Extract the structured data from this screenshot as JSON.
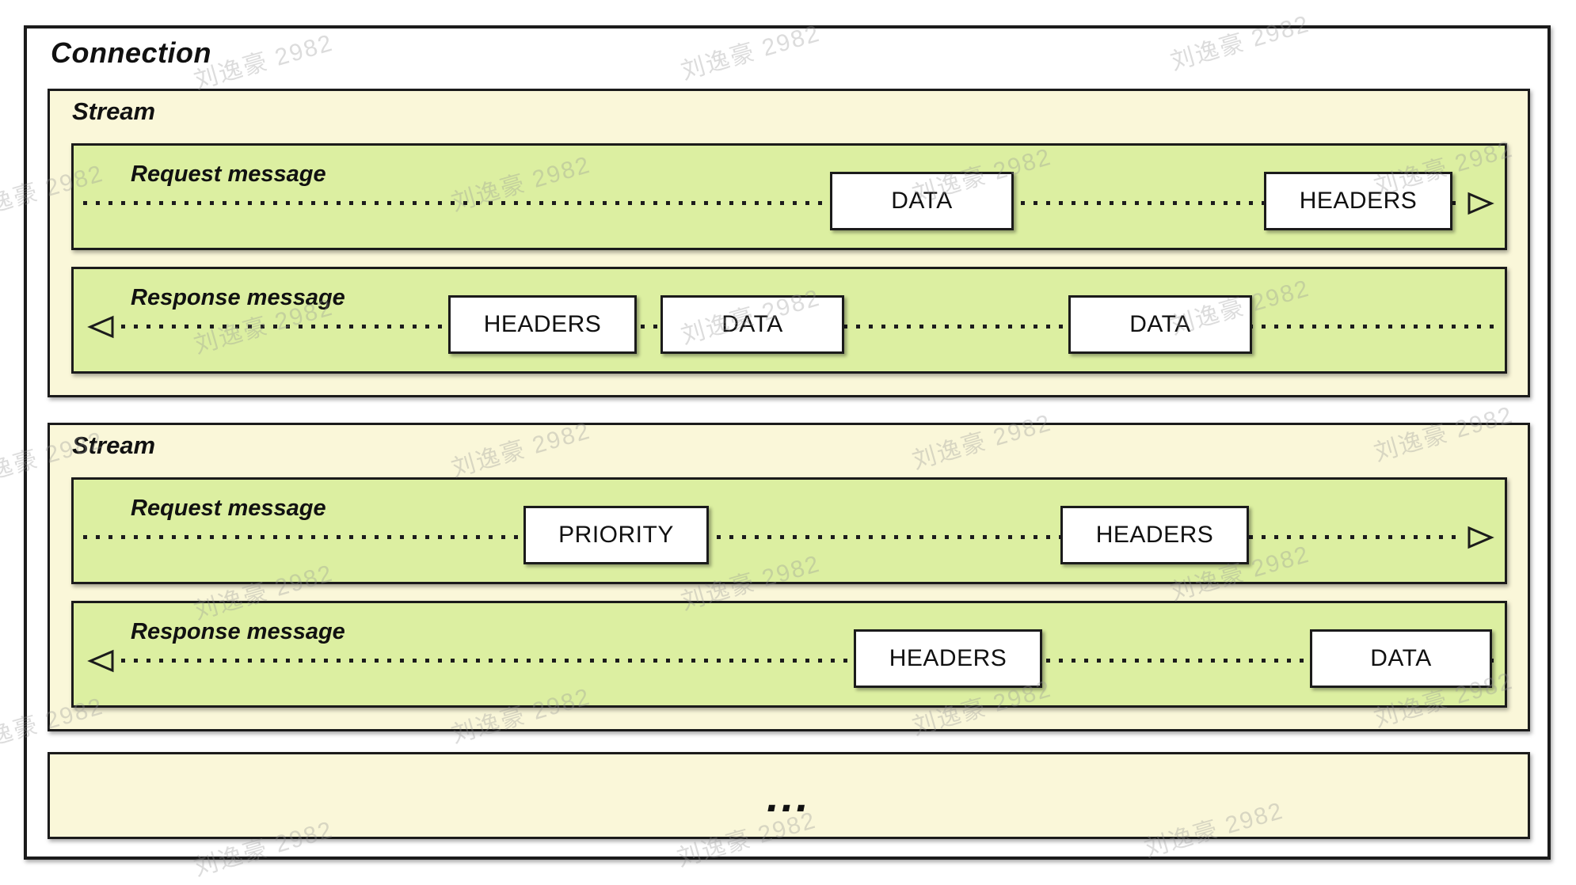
{
  "watermark": {
    "text": "刘逸豪 2982"
  },
  "colors": {
    "stream_bg": "#FAF7D9",
    "message_bg": "#DCEFA1",
    "frame_bg": "#FFFFFF",
    "border": "#1B1B1B"
  },
  "connection": {
    "title": "Connection",
    "streams": [
      {
        "title": "Stream",
        "request": {
          "label": "Request message",
          "direction": "right",
          "frames": [
            {
              "type": "DATA"
            },
            {
              "type": "HEADERS"
            }
          ]
        },
        "response": {
          "label": "Response message",
          "direction": "left",
          "frames": [
            {
              "type": "HEADERS"
            },
            {
              "type": "DATA"
            },
            {
              "type": "DATA"
            }
          ]
        }
      },
      {
        "title": "Stream",
        "request": {
          "label": "Request message",
          "direction": "right",
          "frames": [
            {
              "type": "PRIORITY"
            },
            {
              "type": "HEADERS"
            }
          ]
        },
        "response": {
          "label": "Response message",
          "direction": "left",
          "frames": [
            {
              "type": "HEADERS"
            },
            {
              "type": "DATA"
            }
          ]
        }
      }
    ],
    "more_streams_label": "..."
  }
}
